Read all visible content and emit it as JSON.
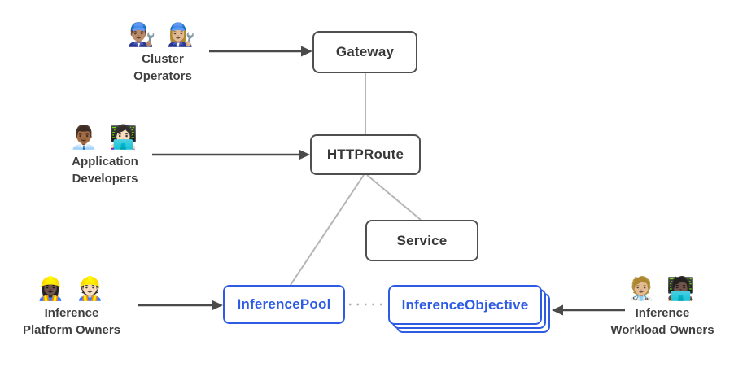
{
  "diagram": {
    "nodes": {
      "gateway": {
        "label": "Gateway"
      },
      "httproute": {
        "label": "HTTPRoute"
      },
      "service": {
        "label": "Service"
      },
      "inference_pool": {
        "label": "InferencePool"
      },
      "inference_objective": {
        "label": "InferenceObjective"
      }
    },
    "actors": {
      "cluster_operators": {
        "emojis": "👨🏽‍🔧 👩🏼‍🔧",
        "line1": "Cluster",
        "line2": "Operators"
      },
      "application_developers": {
        "emojis": "👨🏾‍💼 👩🏻‍💻",
        "line1": "Application",
        "line2": "Developers"
      },
      "inference_platform_owners": {
        "emojis": "👷🏿‍♀️ 👷🏻",
        "line1": "Inference",
        "line2": "Platform Owners"
      },
      "inference_workload_owners": {
        "emojis": "🧑🏼‍⚕️ 🧑🏿‍💻",
        "line1": "Inference",
        "line2": "Workload Owners"
      }
    },
    "colors": {
      "core_border": "#4f4f4f",
      "core_text": "#383838",
      "extension_accent": "#2d5be4",
      "connector_gray": "#b5b5b5",
      "dotted_gray": "#b0b0b0",
      "arrow_dark": "#4a4a4a",
      "label_text": "#3f3f3f",
      "background": "#ffffff"
    }
  }
}
